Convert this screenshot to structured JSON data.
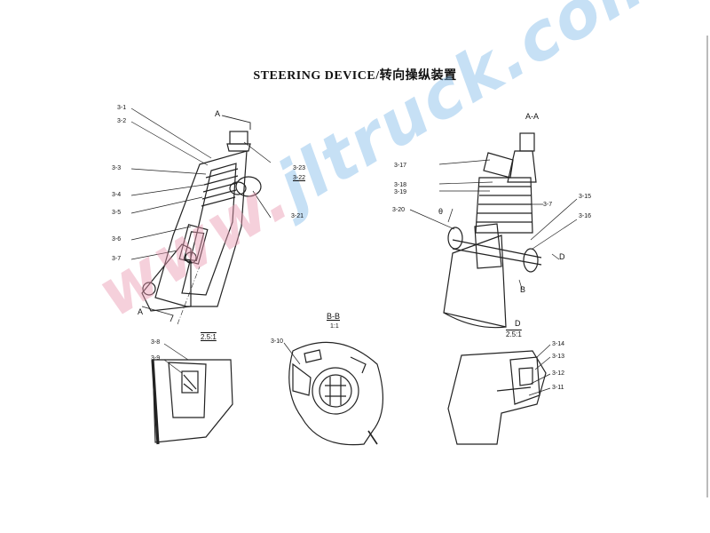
{
  "title": "STEERING DEVICE/转向操纵装置",
  "watermark": {
    "part1": "www.",
    "part2": "jltruck.com",
    "colors": {
      "pink": "#e896af",
      "blue": "#78b4e6"
    }
  },
  "views": {
    "main": {
      "section_mark": "A",
      "labels": [
        "3-1",
        "3-2",
        "3-3",
        "3-4",
        "3-5",
        "3-6",
        "3-7",
        "3-23",
        "3-22",
        "3-21"
      ]
    },
    "aa": {
      "title": "A-A",
      "labels": [
        "3-17",
        "3-18",
        "3-19",
        "3-20",
        "3-7",
        "3-15",
        "3-16"
      ],
      "marks": {
        "theta": "θ",
        "d": "D",
        "b": "B"
      }
    },
    "detail1": {
      "scale": "2.5:1",
      "labels": [
        "3-8",
        "3-9"
      ]
    },
    "bb": {
      "title": "B-B",
      "scale": "1:1",
      "labels": [
        "3-10"
      ]
    },
    "detailD": {
      "title": "D",
      "scale": "2.5:1",
      "labels": [
        "3-14",
        "3-13",
        "3-12",
        "3-11"
      ]
    }
  }
}
